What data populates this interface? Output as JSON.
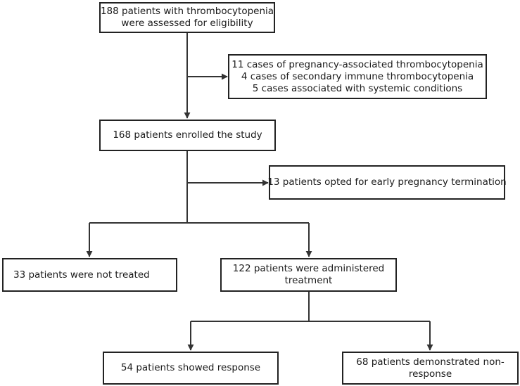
{
  "boxes": {
    "assessed": {
      "lines": [
        "188 patients with thrombocytopenia",
        "were assessed for eligibility"
      ]
    },
    "excluded": {
      "lines": [
        "11 cases of pregnancy-associated thrombocytopenia",
        "4 cases of secondary immune thrombocytopenia",
        "5 cases associated with systemic conditions"
      ]
    },
    "enrolled": {
      "lines": [
        "168 patients enrolled the study"
      ]
    },
    "termination": {
      "lines": [
        "13 patients opted for early pregnancy termination"
      ]
    },
    "not_treated": {
      "lines": [
        "33 patients were not treated"
      ]
    },
    "treated": {
      "lines": [
        "122 patients were administered",
        "treatment"
      ]
    },
    "response": {
      "lines": [
        "54 patients showed response"
      ]
    },
    "non_response": {
      "lines": [
        "68 patients demonstrated non-",
        "response"
      ]
    }
  },
  "colors": {
    "line": "#333333",
    "border": "#222222",
    "text": "#1a1a1a"
  }
}
